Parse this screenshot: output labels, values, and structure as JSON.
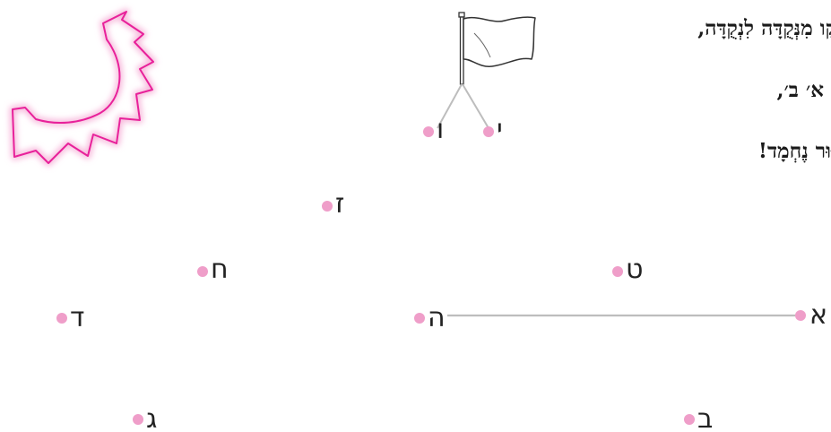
{
  "instructions": [
    "קַו מִנְּקֻדָּה לִנְקֻדָּה,",
    "י א׳ ב׳,",
    "יּוּר נֶחְמָד!"
  ],
  "points": [
    {
      "id": "alef",
      "label": "א"
    },
    {
      "id": "bet",
      "label": "ב"
    },
    {
      "id": "gimel",
      "label": "ג"
    },
    {
      "id": "dalet",
      "label": "ד"
    },
    {
      "id": "he",
      "label": "ה"
    },
    {
      "id": "vav",
      "label": "ו"
    },
    {
      "id": "zayin",
      "label": "ז"
    },
    {
      "id": "het",
      "label": "ח"
    },
    {
      "id": "tet",
      "label": "ט"
    },
    {
      "id": "yod",
      "label": "י"
    }
  ],
  "colors": {
    "dot": "#ef9ec9",
    "line": "#bdbdbd",
    "sun": "#e8219a",
    "sun_glow": "#f7b6da"
  },
  "icons": {
    "flag": "flag-icon",
    "sun": "sun-icon"
  }
}
